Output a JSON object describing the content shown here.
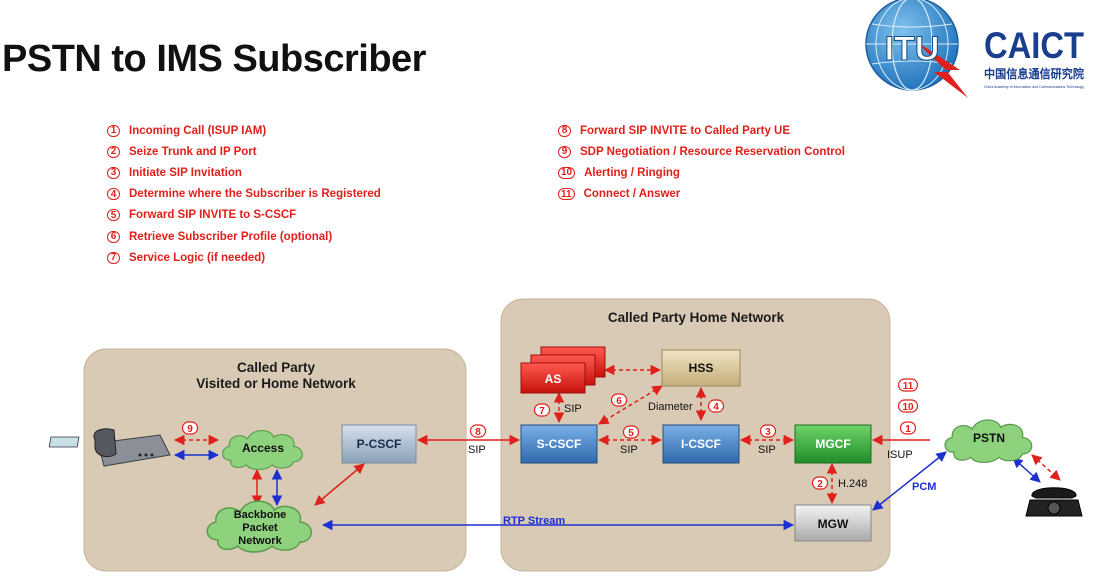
{
  "title": "PSTN to IMS Subscriber",
  "logos": {
    "itu": "ITU",
    "caict": "CAICT",
    "caict_cn": "中国信息通信研究院",
    "caict_en": "China Academy of Information and Communications Technology"
  },
  "steps_left": [
    {
      "n": "1",
      "text": "Incoming Call (ISUP IAM)"
    },
    {
      "n": "2",
      "text": "Seize Trunk and IP Port"
    },
    {
      "n": "3",
      "text": "Initiate SIP Invitation"
    },
    {
      "n": "4",
      "text": "Determine where the Subscriber is Registered"
    },
    {
      "n": "5",
      "text": "Forward SIP INVITE to S-CSCF"
    },
    {
      "n": "6",
      "text": "Retrieve Subscriber Profile (optional)"
    },
    {
      "n": "7",
      "text": "Service Logic (if needed)"
    }
  ],
  "steps_right": [
    {
      "n": "8",
      "text": "Forward SIP INVITE  to Called Party UE"
    },
    {
      "n": "9",
      "text": "SDP Negotiation / Resource Reservation Control"
    },
    {
      "n": "10",
      "text": "Alerting / Ringing"
    },
    {
      "n": "11",
      "text": "Connect / Answer"
    }
  ],
  "diagram": {
    "visited_network": "Called Party\nVisited or Home Network",
    "home_network": "Called Party Home Network",
    "nodes": {
      "access": "Access",
      "backbone": "Backbone\nPacket\nNetwork",
      "pcscf": "P-CSCF",
      "scscf": "S-CSCF",
      "icscf": "I-CSCF",
      "mgcf": "MGCF",
      "mgw": "MGW",
      "as": "AS",
      "hss": "HSS",
      "pstn": "PSTN"
    },
    "labels": {
      "sip_ps": "SIP",
      "sip_si": "SIP",
      "sip_im": "SIP",
      "sip_as": "SIP",
      "diameter": "Diameter",
      "isup": "ISUP",
      "h248": "H.248",
      "pcm": "PCM",
      "rtp": "RTP Stream"
    },
    "step_markers": {
      "m9": "9",
      "m8": "8",
      "m5": "5",
      "m3": "3",
      "m7": "7",
      "m6": "6",
      "m4": "4",
      "m2": "2",
      "m11": "11",
      "m10": "10",
      "m1": "1"
    }
  },
  "colors": {
    "step_red": "#e0201b",
    "network_bg": "#d8cab4",
    "cloud_green": "#8ed27e",
    "cscf_blue": "#4a85c4",
    "mgcf_green": "#37a83b",
    "as_red": "#e02520",
    "hss_tan": "#d8c69c",
    "mgw_grey": "#d0d0d0",
    "pcscf_grey": "#a8b9ca",
    "line_blue": "#1c2fd0",
    "line_red": "#e0201b"
  }
}
